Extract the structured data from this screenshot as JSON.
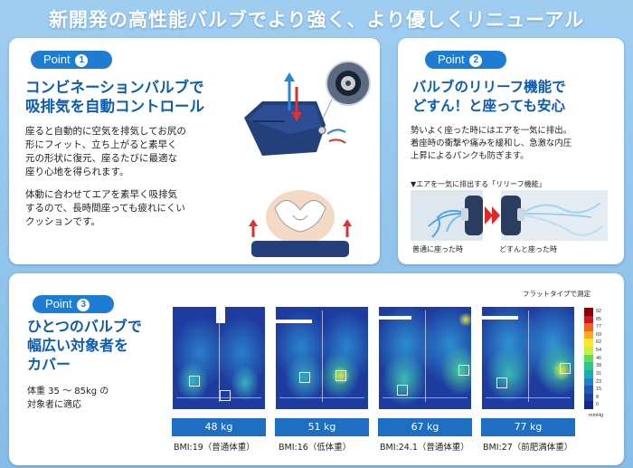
{
  "headline": "新開発の高性能バルブでより強く、より優しくリニューアル",
  "point1": {
    "label": "Point",
    "num": "1",
    "title_line1": "コンビネーションバルブで",
    "title_line2": "吸排気を自動コントロール",
    "para1": [
      "座ると自動的に空気を排気してお尻の",
      "形にフィット、立ち上がると素早く",
      "元の形状に復元、座るたびに最適な",
      "座り心地を得られます。"
    ],
    "para2": [
      "体動に合わせてエアを素早く吸排気",
      "するので、長時間座っても疲れにくい",
      "クッションです。"
    ]
  },
  "point2": {
    "label": "Point",
    "num": "2",
    "title_line1": "バルブのリリーフ機能で",
    "title_line2": "どすん！と座っても安心",
    "para": [
      "勢いよく座った時にはエアを一気に排出。",
      "着座時の衝撃や痛みを緩和し、急激な内圧",
      "上昇によるパンクも防ぎます。"
    ],
    "caption": "▼エアを一気に排出する「リリーフ機能」",
    "photo1_caption": "普通に座った時",
    "photo2_caption": "どすんと座った時"
  },
  "point3": {
    "label": "Point",
    "num": "3",
    "title_line1": "ひとつのバルブで",
    "title_line2": "幅広い対象者を",
    "title_line3": "カバー",
    "para": [
      "体重 35 ～ 85kg の",
      "対象者に適応"
    ],
    "flat_note": "フラットタイプで測定",
    "maps": [
      {
        "weight": "48 kg",
        "bmi": "BMI:19（普通体重）"
      },
      {
        "weight": "51 kg",
        "bmi": "BMI:16（低体重）"
      },
      {
        "weight": "67 kg",
        "bmi": "BMI:24.1（普通体重）"
      },
      {
        "weight": "77 kg",
        "bmi": "BMI:27（前肥満体重）"
      }
    ],
    "legend": {
      "labels": [
        "92",
        "85",
        "77",
        "69",
        "62",
        "54",
        "46",
        "38",
        "31",
        "23",
        "15",
        "8",
        "0"
      ],
      "unit": "mmHg",
      "colors": [
        "#8b0000",
        "#d2141e",
        "#f0641e",
        "#ffaa1e",
        "#ffe628",
        "#c8f03c",
        "#64dc50",
        "#28c88c",
        "#1eaab4",
        "#1e82c8",
        "#1e5ab4",
        "#1e3ca0",
        "#14288c"
      ]
    }
  },
  "colors": {
    "background": "#8fc3ea",
    "accent_blue": "#1e7dd3",
    "title_blue": "#0a5bb4",
    "cushion_navy": "#1f3f7a"
  }
}
